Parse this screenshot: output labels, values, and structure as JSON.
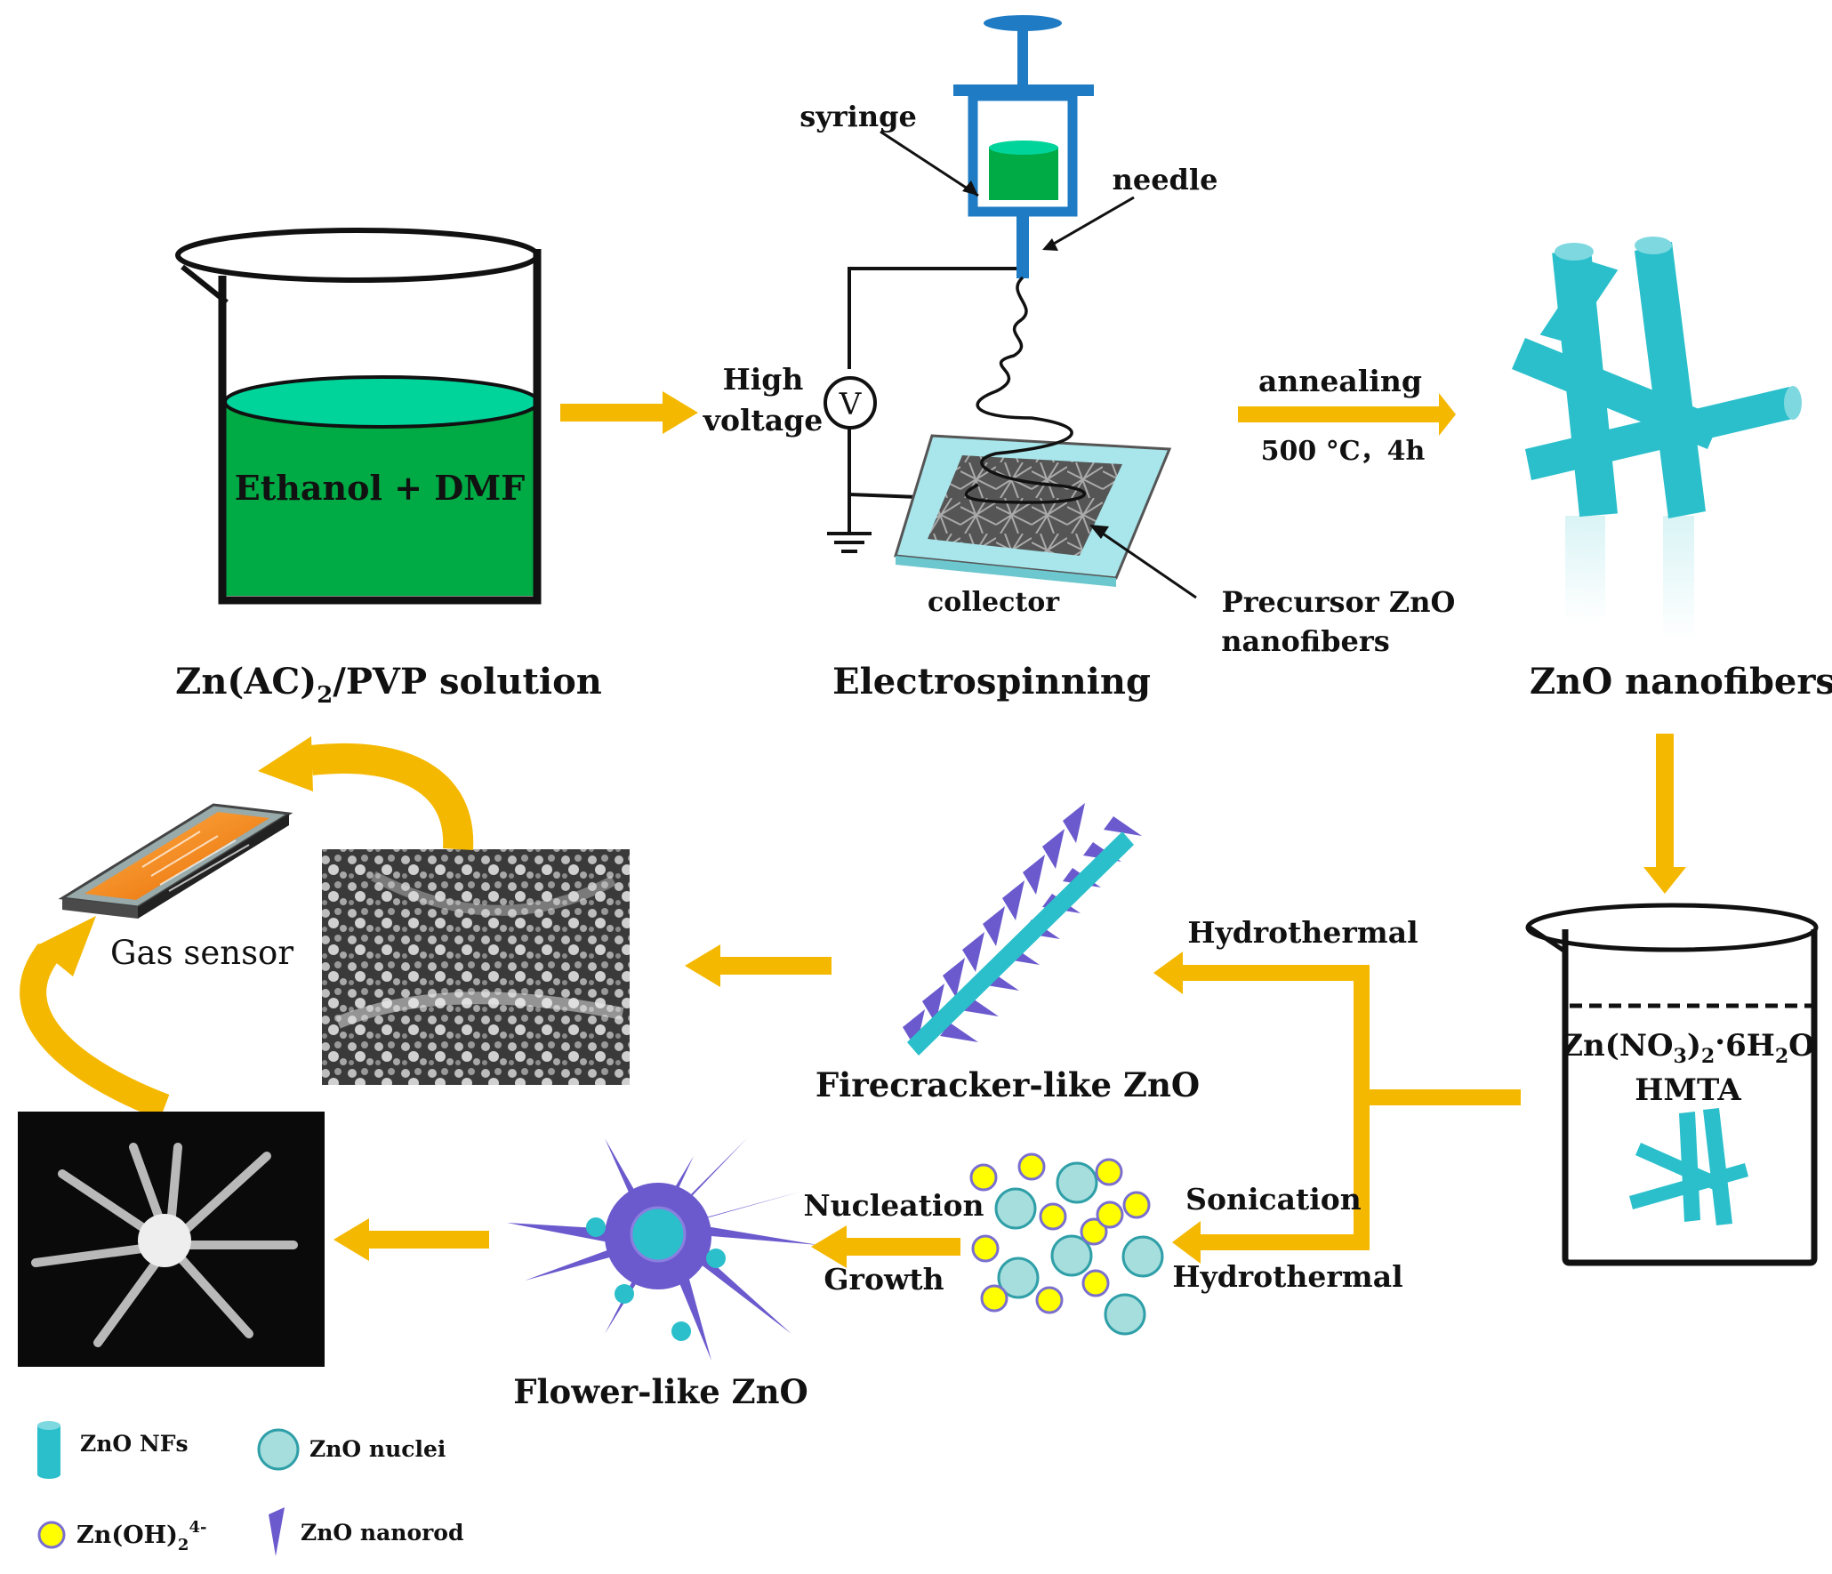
{
  "colors": {
    "arrow": "#F5B800",
    "solution_green": "#00AA44",
    "solution_top": "#00D49A",
    "fiber_teal": "#2ABFCB",
    "nanorod_purple": "#6A5ACD",
    "zn_oh_yellow": "#FFFF00",
    "nuclei": "#A6DDDD",
    "sensor_orange": "#FF8A1A"
  },
  "labels": {
    "beaker_text": "Ethanol + DMF",
    "solution_caption": "Zn(AC)",
    "solution_caption_sub": "2",
    "solution_caption_tail": "/PVP solution",
    "syringe": "syringe",
    "needle": "needle",
    "high": "High",
    "voltage": "voltage",
    "voltmeter": "V",
    "collector": "collector",
    "precursor_line1": "Precursor ZnO",
    "precursor_line2": "nanofibers",
    "electrospinning": "Electrospinning",
    "annealing": "annealing",
    "annealing_cond": "500 °C，4h",
    "zno_nanofibers": "ZnO nanofibers",
    "reagent_line1_a": "Zn(NO",
    "reagent_line1_sub1": "3",
    "reagent_line1_b": ")",
    "reagent_line1_sub2": "2",
    "reagent_line1_dot": "·",
    "reagent_line1_c": "6H",
    "reagent_line1_sub3": "2",
    "reagent_line1_d": "O",
    "reagent_line2": "HMTA",
    "hydrothermal_top": "Hydrothermal",
    "sonication": "Sonication",
    "hydrothermal_bottom": "Hydrothermal",
    "nucleation": "Nucleation",
    "growth": "Growth",
    "firecracker": "Firecracker-like ZnO",
    "flower": "Flower-like ZnO",
    "gas_sensor": "Gas sensor"
  },
  "legend": [
    {
      "label": "ZnO NFs",
      "icon": "cylinder-icon"
    },
    {
      "label": "ZnO nuclei",
      "icon": "teal-circle-icon"
    },
    {
      "label": "Zn(OH)",
      "sub": "2",
      "sup": "4-",
      "icon": "yellow-circle-icon"
    },
    {
      "label": "ZnO nanorod",
      "icon": "nanorod-icon"
    }
  ]
}
